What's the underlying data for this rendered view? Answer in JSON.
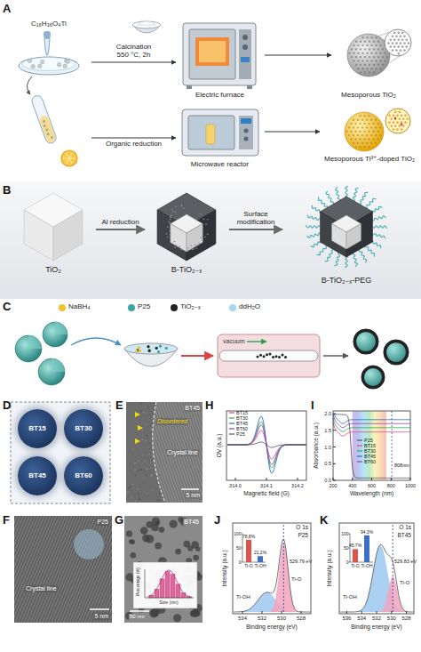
{
  "diagram": {
    "nodes": [
      {
        "text": [
          "C₁₆H₃₆O₄Ti"
        ]
      },
      {
        "text": [
          "Electric furnace"
        ]
      },
      {
        "text": [
          "Mesoporous TiO₂"
        ]
      },
      {
        "text": [
          "Microwave reactor"
        ]
      },
      {
        "text": [
          "Mesoporous Ti³⁺-doped TiO₂"
        ]
      },
      {
        "text": [
          "TiO₂"
        ]
      },
      {
        "text": [
          "B-TiO₂₋ₓ"
        ]
      },
      {
        "text": [
          "B-TiO₂₋ₓ-PEG"
        ]
      },
      {
        "text": [
          "BT15"
        ]
      },
      {
        "text": [
          "BT30"
        ]
      },
      {
        "text": [
          "BT45"
        ]
      },
      {
        "text": [
          "BT60"
        ]
      }
    ],
    "edges": [
      {
        "from": 0,
        "to": 1,
        "arrow": "to",
        "label": "Calcination 550 °C, 2h"
      },
      {
        "from": 1,
        "to": 2,
        "arrow": "to"
      },
      {
        "from": 0,
        "to": 3,
        "arrow": "to",
        "label": "Organic reduction"
      },
      {
        "from": 3,
        "to": 4,
        "arrow": "to"
      },
      {
        "from": 5,
        "to": 6,
        "arrow": "to",
        "label": "Al reduction"
      },
      {
        "from": 6,
        "to": 7,
        "arrow": "to",
        "label": "Surface modification"
      }
    ],
    "labels": [
      "A",
      "B",
      "C",
      "vacuum",
      "D",
      "E",
      "Disordered",
      "Crystal line",
      "BT45",
      "5 nm",
      "H",
      "OV (a.u.)",
      "314.0",
      "314.1",
      "314.2",
      "Magnetic field (G)",
      "I",
      "Absorbance (a.u.)",
      "2.0",
      "1.5",
      "1.0",
      "0.5",
      "0.0",
      "200",
      "400",
      "600",
      "800",
      "1000",
      "Wavelength (nm)",
      "808nm",
      "F",
      "P25",
      "Crystal line",
      "5 nm",
      "G",
      "BT45",
      "Percentage (%)",
      "Size (nm)",
      "50 nm",
      "J",
      "O 1s",
      "P25",
      "100",
      "50",
      "0",
      "78.8%",
      "21.2%",
      "Ti-O",
      "Ti-OH",
      "Ti-OH",
      "Ti-O",
      "529.79 eV",
      "Intensity (a.u.)",
      "534",
      "532",
      "530",
      "528",
      "Binding energy (eV)",
      "K",
      "O 1s",
      "BT45",
      "100",
      "50",
      "0",
      "45.7%",
      "94.3%",
      "Ti-O",
      "Ti-OH",
      "Ti-OH",
      "Ti-O",
      "529.83 eV",
      "Intensity (a.u.)",
      "536",
      "534",
      "532",
      "530",
      "528",
      "Binding energy (eV)"
    ],
    "legend": [
      {
        "text": "NaBH₄",
        "color": "#f2c230"
      },
      {
        "text": "P25",
        "color": "#3aa6a0"
      },
      {
        "text": "TiO₂₋ₓ",
        "color": "#222222"
      },
      {
        "text": "ddH₂O",
        "color": "#a8d8ef"
      },
      {
        "text": "BT15"
      },
      {
        "text": "BT30"
      },
      {
        "text": "BT45"
      },
      {
        "text": "BT60"
      },
      {
        "text": "P25"
      },
      {
        "text": "P25"
      },
      {
        "text": "BT15"
      },
      {
        "text": "BT30"
      },
      {
        "text": "BT45"
      },
      {
        "text": "BT60"
      }
    ]
  }
}
